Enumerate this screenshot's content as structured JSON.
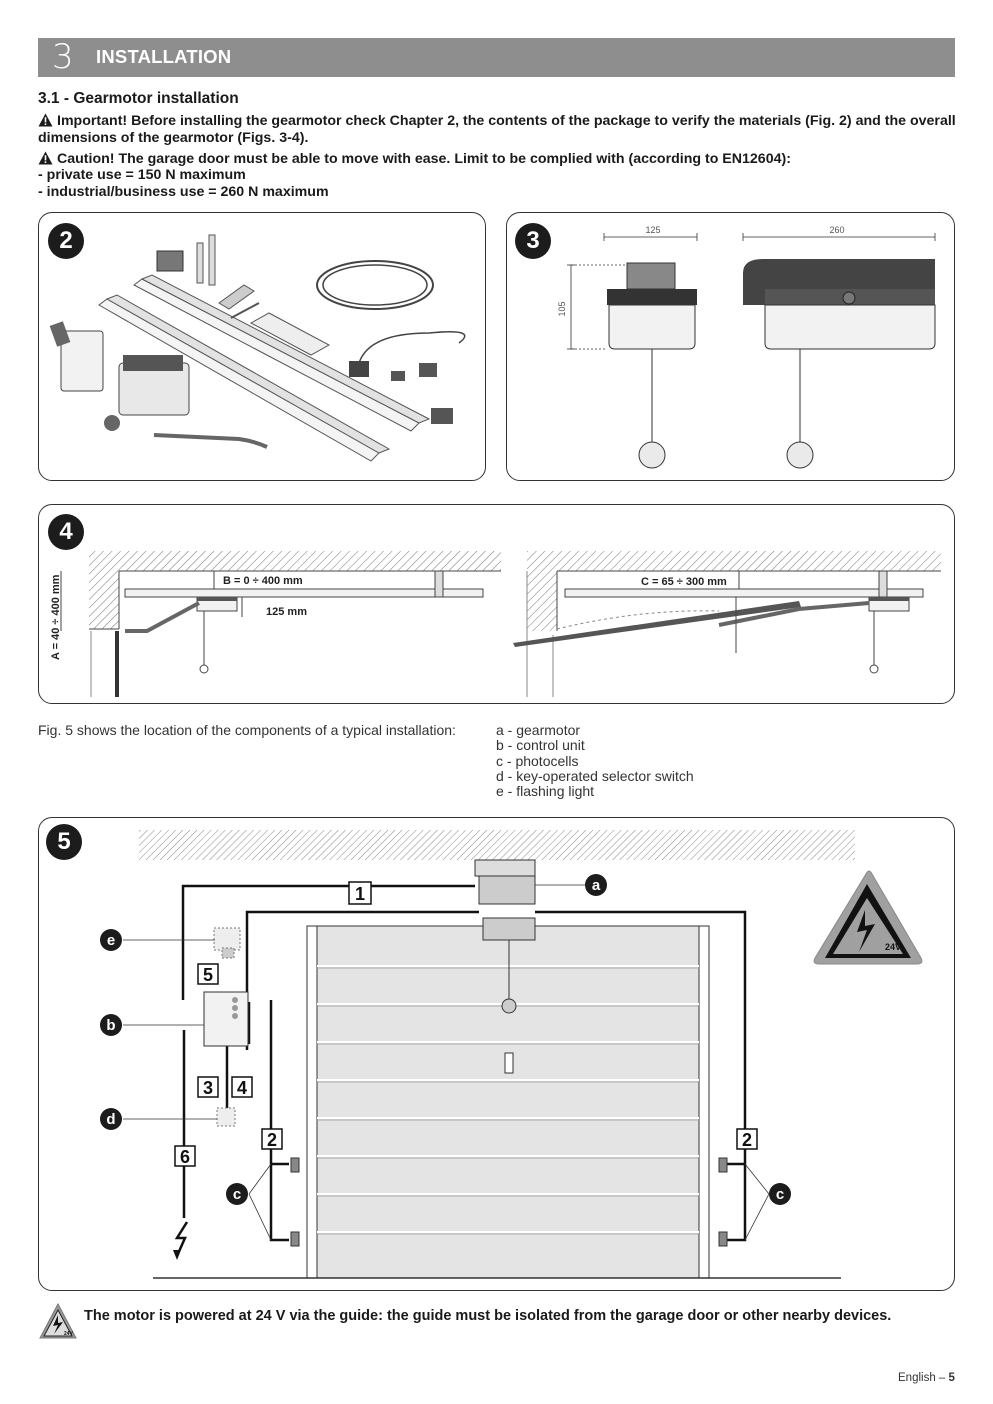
{
  "header": {
    "chapter_number": "3",
    "title": "INSTALLATION"
  },
  "section": {
    "title": "3.1 - Gearmotor installation",
    "important": "Important! Before installing the gearmotor check Chapter 2, the contents of the package to verify the materials (Fig. 2) and the overall dimensions of the gearmotor (Figs. 3-4).",
    "caution": "Caution! The garage door must be able to move with ease. Limit to be complied with (according to EN12604):",
    "limits": [
      "- private use = 150 N maximum",
      "- industrial/business use = 260 N maximum"
    ]
  },
  "fig2": {
    "number": "2"
  },
  "fig3": {
    "number": "3",
    "dim_width_left": "125",
    "dim_width_right": "260",
    "dim_height": "105"
  },
  "fig4": {
    "number": "4",
    "dim_a": "A = 40 ÷ 400 mm",
    "dim_b": "B = 0 ÷ 400 mm",
    "dim_125": "125 mm",
    "dim_c": "C = 65 ÷ 300 mm"
  },
  "fig5_intro": "Fig. 5 shows the location of the components of a typical installation:",
  "legend": [
    "a - gearmotor",
    "b - control unit",
    "c - photocells",
    "d - key-operated selector switch",
    "e - flashing light"
  ],
  "fig5": {
    "number": "5",
    "callouts": {
      "a": "a",
      "b": "b",
      "c": "c",
      "d": "d",
      "e": "e"
    },
    "cables": {
      "c1": "1",
      "c2": "2",
      "c3": "3",
      "c4": "4",
      "c5": "5",
      "c6": "6"
    },
    "voltage_sign": "24V"
  },
  "footer_note": "The motor is powered at 24 V via the guide: the guide must be isolated from the garage door or other nearby devices.",
  "footer_small_sign": "24V",
  "page_footer": {
    "language": "English – ",
    "page": "5"
  }
}
